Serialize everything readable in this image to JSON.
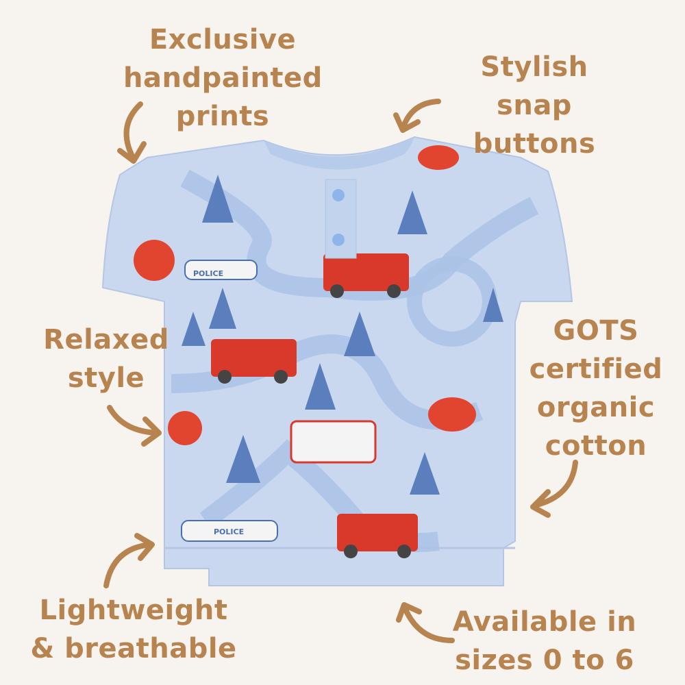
{
  "colors": {
    "background": "#f7f3ef",
    "text": "#b7834f",
    "shirt": "#c9d8ef",
    "road": "#a9c2e6",
    "accent_red": "#d9392b"
  },
  "callouts": [
    {
      "text": "Exclusive\nhandpainted\nprints"
    },
    {
      "text": "Stylish snap\nbuttons"
    },
    {
      "text": "Relaxed\nstyle"
    },
    {
      "text": "GOTS\ncertified\norganic\ncotton"
    },
    {
      "text": "Lightweight\n& breathable"
    },
    {
      "text": "Available in\nsizes 0 to 6"
    }
  ],
  "print_text": {
    "police": "POLICE"
  }
}
